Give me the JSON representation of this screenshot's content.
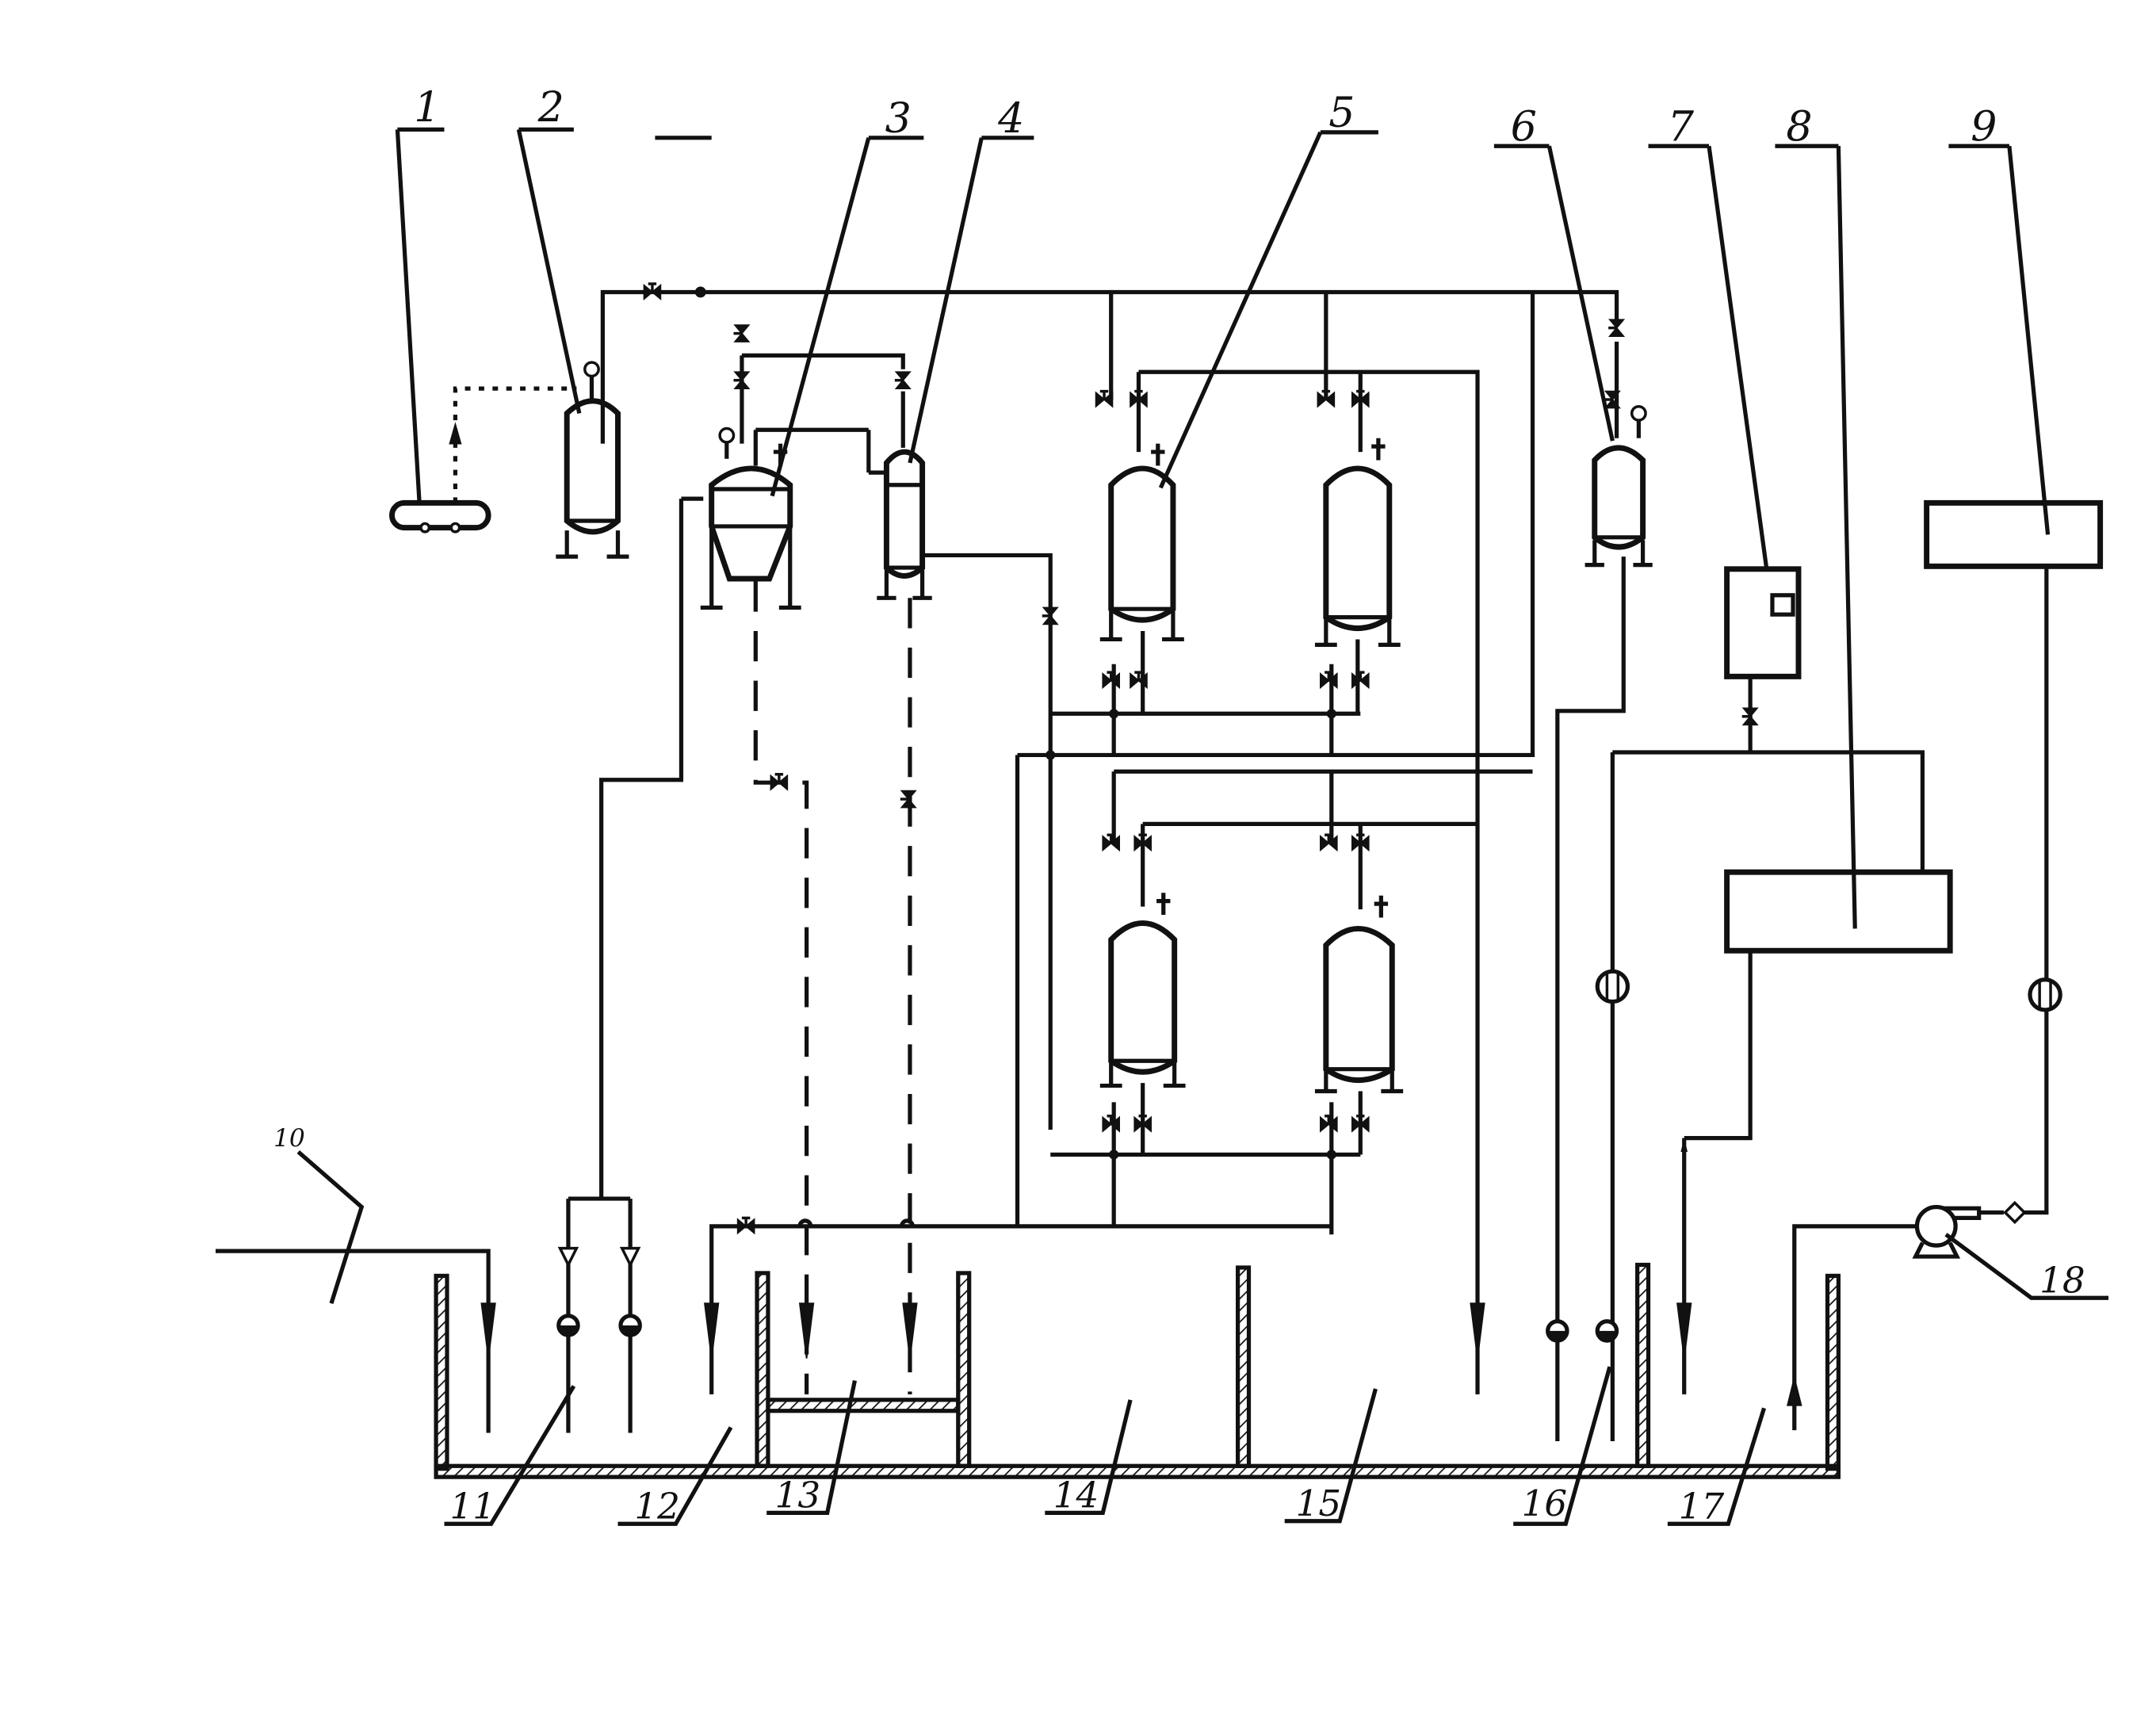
{
  "diagram": {
    "labels": [
      {
        "id": "l1",
        "text": "1"
      },
      {
        "id": "l2",
        "text": "2"
      },
      {
        "id": "l3",
        "text": "3"
      },
      {
        "id": "l4",
        "text": "4"
      },
      {
        "id": "l5",
        "text": "5"
      },
      {
        "id": "l6",
        "text": "6"
      },
      {
        "id": "l7",
        "text": "7"
      },
      {
        "id": "l8",
        "text": "8"
      },
      {
        "id": "l9",
        "text": "9"
      },
      {
        "id": "l10",
        "text": "10"
      },
      {
        "id": "l11",
        "text": "11"
      },
      {
        "id": "l12",
        "text": "12"
      },
      {
        "id": "l13",
        "text": "13"
      },
      {
        "id": "l14",
        "text": "14"
      },
      {
        "id": "l15",
        "text": "15"
      },
      {
        "id": "l16",
        "text": "16"
      },
      {
        "id": "l17",
        "text": "17"
      },
      {
        "id": "l18",
        "text": "18"
      }
    ]
  }
}
